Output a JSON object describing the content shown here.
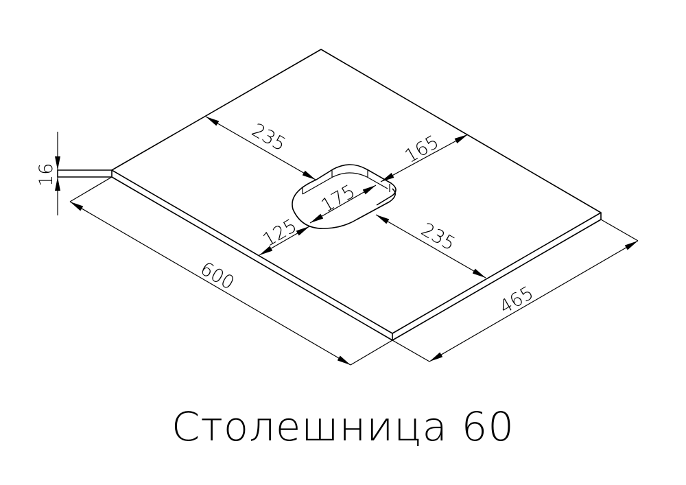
{
  "title": "Столешница 60",
  "drawing": {
    "type": "isometric-technical-drawing",
    "subject": "countertop with oval sink cut-out",
    "units": "mm",
    "line_color": "#000000",
    "background": "#ffffff"
  },
  "dimensions": {
    "thickness": "16",
    "width": "600",
    "depth": "465",
    "hole_offset_back_left": "235",
    "hole_offset_back_right": "165",
    "hole_length": "175",
    "hole_offset_front_left": "125",
    "hole_offset_front_right": "235"
  }
}
